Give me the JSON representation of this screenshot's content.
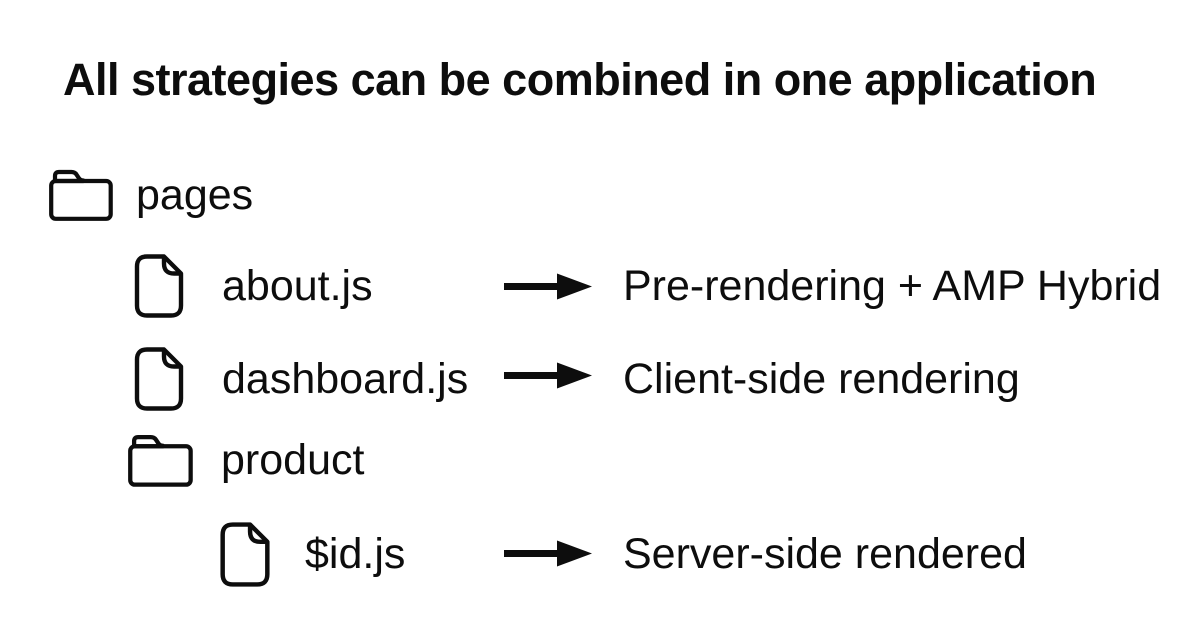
{
  "title": "All strategies can be combined in one application",
  "colors": {
    "background": "#ffffff",
    "foreground": "#0d0d0d"
  },
  "tree": {
    "root": {
      "type": "folder",
      "icon": "folder-icon",
      "label": "pages"
    },
    "children": [
      {
        "type": "file",
        "icon": "file-icon",
        "label": "about.js",
        "arrow": "right-arrow-icon",
        "strategy": "Pre-rendering + AMP Hybrid"
      },
      {
        "type": "file",
        "icon": "file-icon",
        "label": "dashboard.js",
        "arrow": "right-arrow-icon",
        "strategy": "Client-side rendering"
      },
      {
        "type": "folder",
        "icon": "folder-icon",
        "label": "product",
        "children": [
          {
            "type": "file",
            "icon": "file-icon",
            "label": "$id.js",
            "arrow": "right-arrow-icon",
            "strategy": "Server-side rendered"
          }
        ]
      }
    ]
  }
}
